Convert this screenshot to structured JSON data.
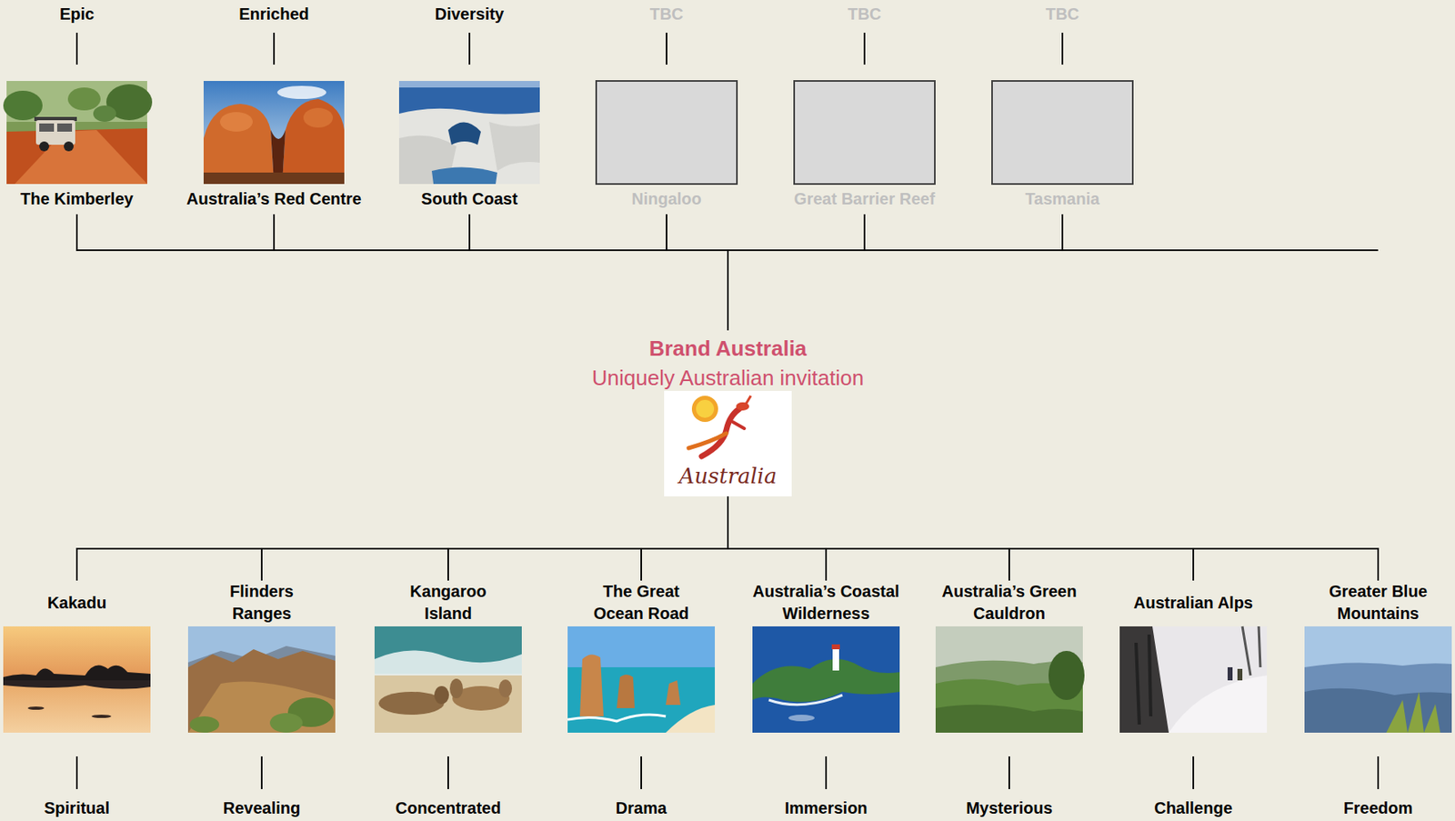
{
  "diagram": {
    "nodes": [
      {
        "text": [
          "Epic",
          "The Kimberley"
        ]
      },
      {
        "text": [
          "Enriched",
          "Australia’s Red Centre"
        ]
      },
      {
        "text": [
          "Diversity",
          "South Coast"
        ]
      },
      {
        "text": [
          "TBC",
          "Ningaloo"
        ]
      },
      {
        "text": [
          "TBC",
          "Great Barrier Reef"
        ]
      },
      {
        "text": [
          "TBC",
          "Tasmania"
        ]
      },
      {
        "text": [
          "Brand Australia",
          "Uniquely Australian invitation",
          "Australia"
        ]
      },
      {
        "text": [
          "Kakadu",
          "Spiritual"
        ]
      },
      {
        "text": [
          "Flinders Ranges",
          "Revealing"
        ]
      },
      {
        "text": [
          "Kangaroo Island",
          "Concentrated"
        ]
      },
      {
        "text": [
          "The Great Ocean Road",
          "Drama"
        ]
      },
      {
        "text": [
          "Australia’s Coastal Wilderness",
          "Immersion"
        ]
      },
      {
        "text": [
          "Australia’s Green Cauldron",
          "Mysterious"
        ]
      },
      {
        "text": [
          "Australian Alps",
          "Challenge"
        ]
      },
      {
        "text": [
          "Greater Blue Mountains",
          "Freedom"
        ]
      }
    ],
    "edges": [
      {
        "from": 6,
        "to": 0,
        "arrow": "none"
      },
      {
        "from": 6,
        "to": 1,
        "arrow": "none"
      },
      {
        "from": 6,
        "to": 2,
        "arrow": "none"
      },
      {
        "from": 6,
        "to": 3,
        "arrow": "none"
      },
      {
        "from": 6,
        "to": 4,
        "arrow": "none"
      },
      {
        "from": 6,
        "to": 5,
        "arrow": "none"
      },
      {
        "from": 6,
        "to": 7,
        "arrow": "none"
      },
      {
        "from": 6,
        "to": 8,
        "arrow": "none"
      },
      {
        "from": 6,
        "to": 9,
        "arrow": "none"
      },
      {
        "from": 6,
        "to": 10,
        "arrow": "none"
      },
      {
        "from": 6,
        "to": 11,
        "arrow": "none"
      },
      {
        "from": 6,
        "to": 12,
        "arrow": "none"
      },
      {
        "from": 6,
        "to": 13,
        "arrow": "none"
      },
      {
        "from": 6,
        "to": 14,
        "arrow": "none"
      }
    ]
  }
}
